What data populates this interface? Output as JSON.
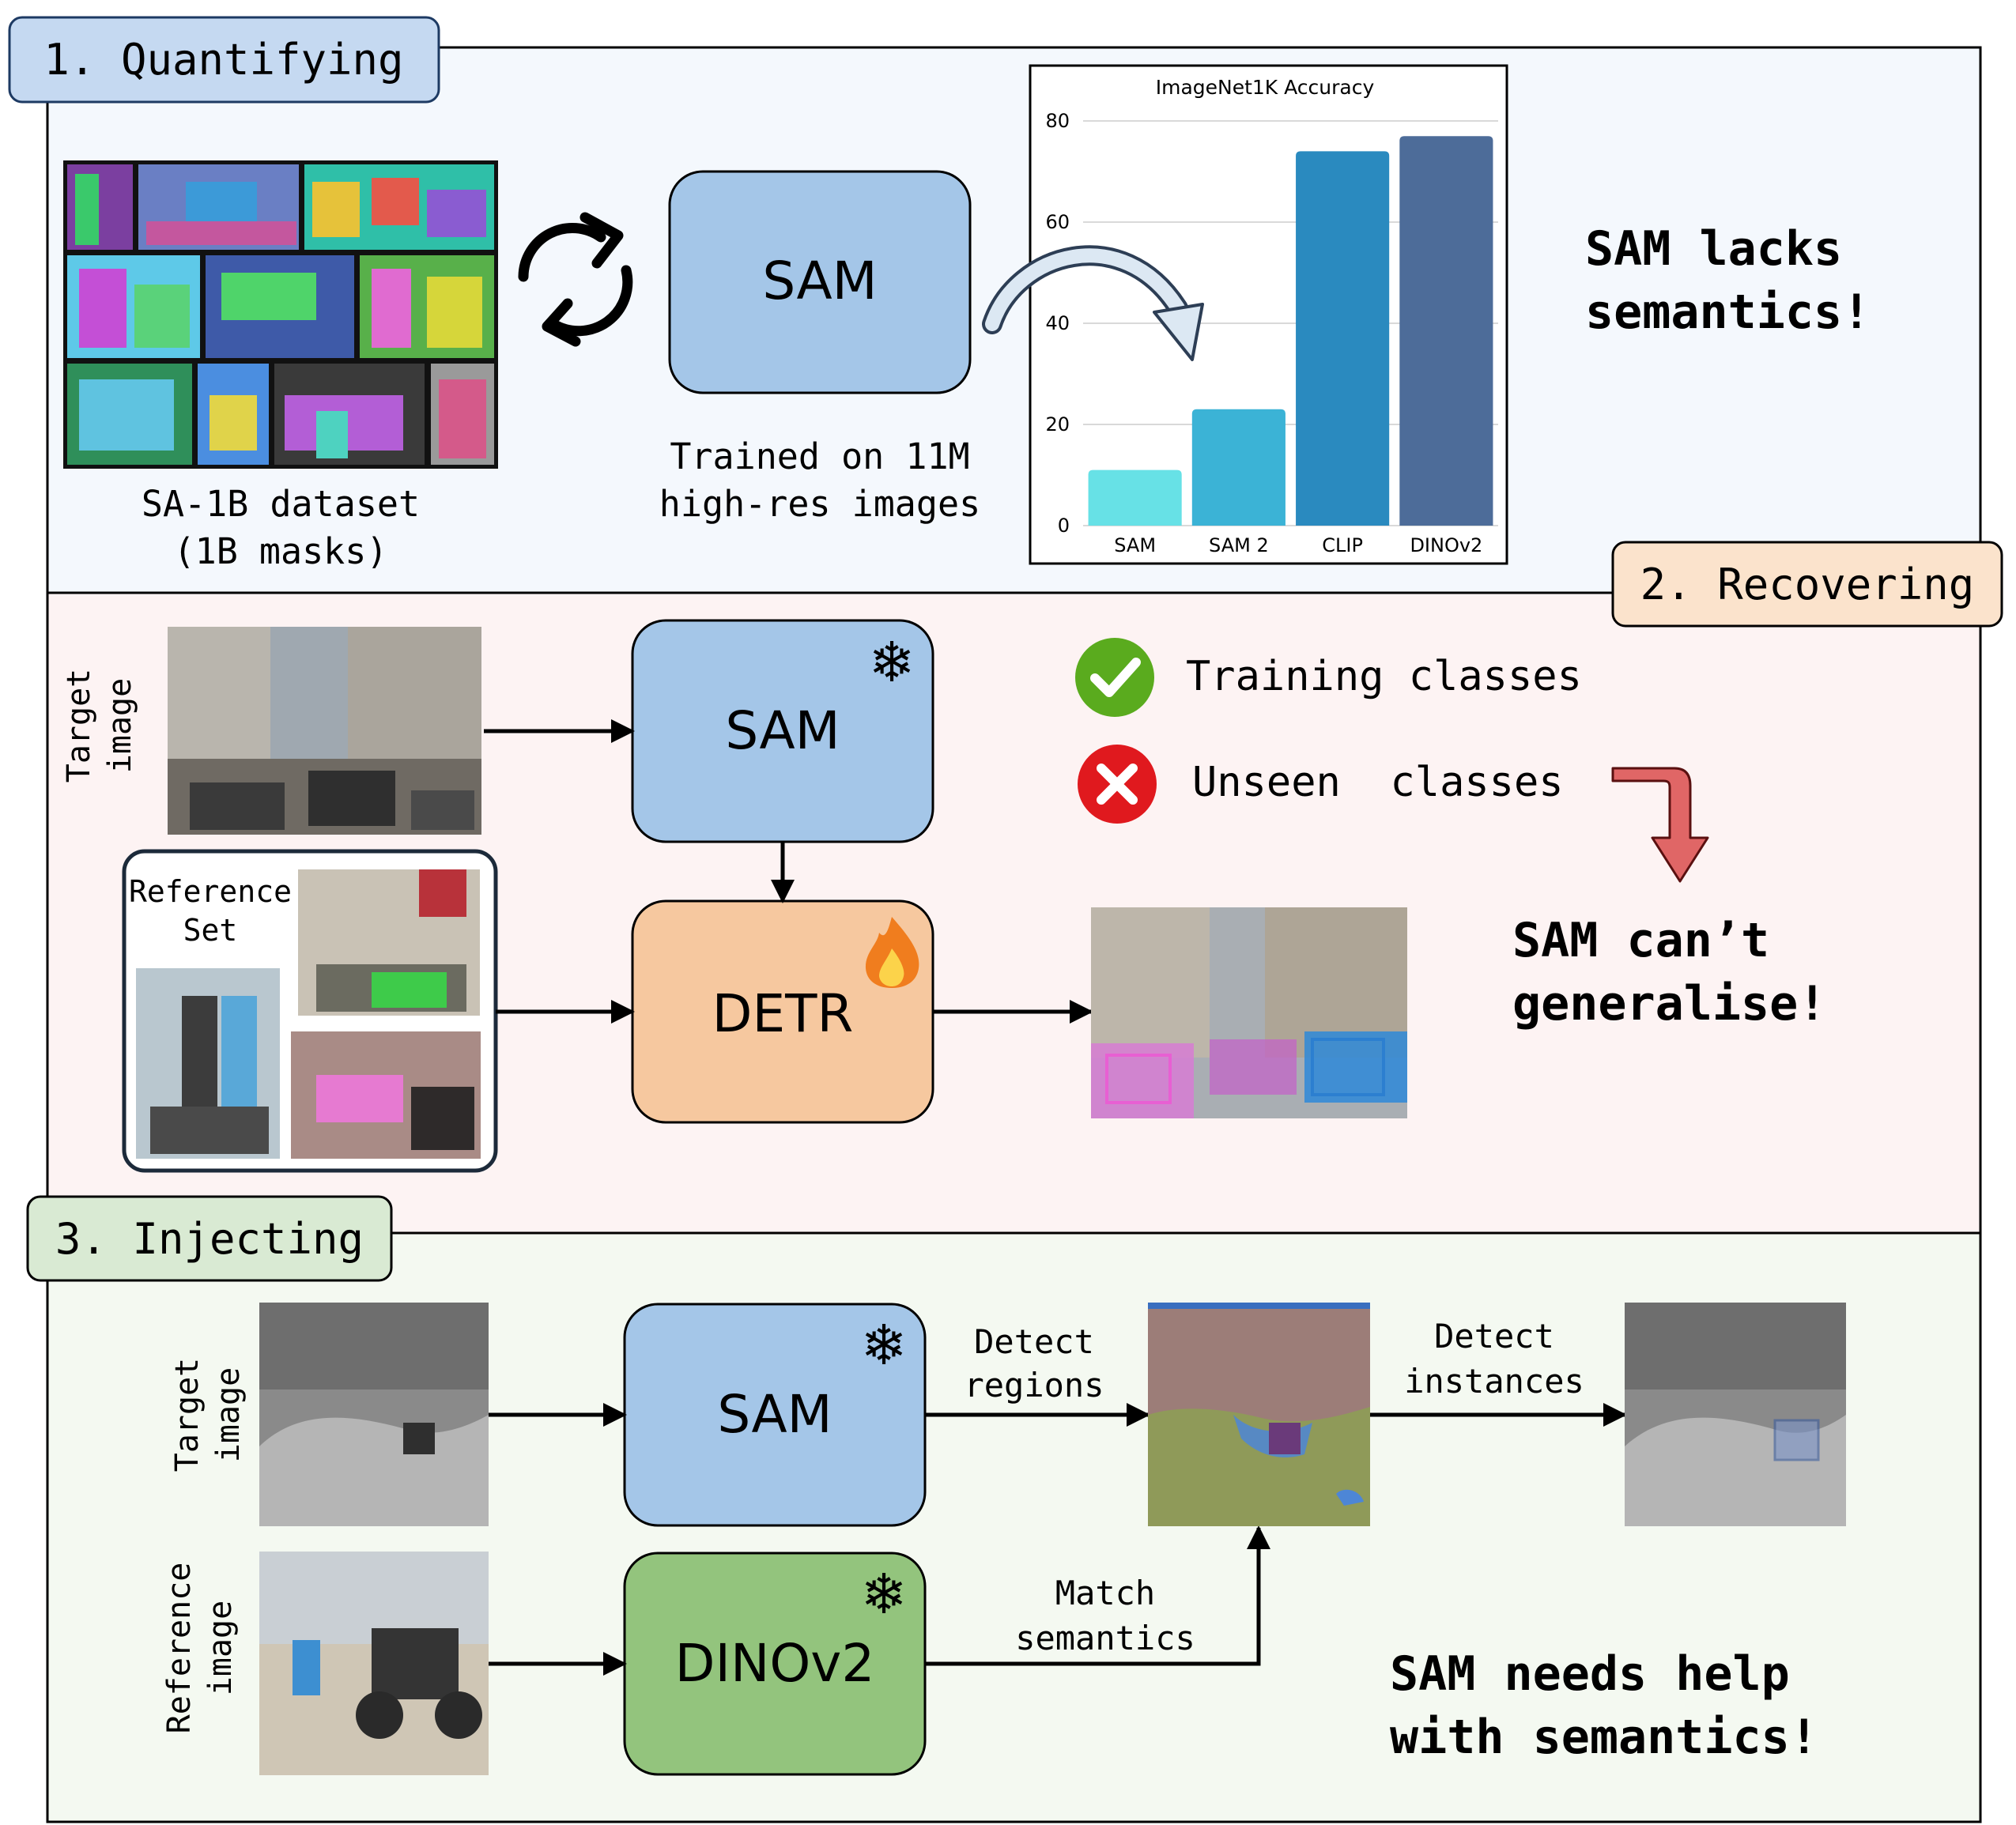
{
  "sections": {
    "quantifying": {
      "title": "1. Quantifying",
      "dataset_caption": [
        "SA-1B dataset",
        "(1B masks)"
      ],
      "model_label": "SAM",
      "model_caption": [
        "Trained on 11M",
        "high-res images"
      ],
      "conclusion": [
        "SAM lacks",
        "semantics!"
      ]
    },
    "recovering": {
      "title": "2. Recovering",
      "target_label": [
        "Target",
        "image"
      ],
      "reference_label": [
        "Reference",
        "Set"
      ],
      "sam_label": "SAM",
      "detr_label": "DETR",
      "training_classes": "Training classes",
      "unseen_classes": "Unseen  classes",
      "conclusion": [
        "SAM can’t",
        "generalise!"
      ]
    },
    "injecting": {
      "title": "3. Injecting",
      "target_label": [
        "Target",
        "image"
      ],
      "reference_label": [
        "Reference",
        "image"
      ],
      "sam_label": "SAM",
      "dino_label": "DINOv2",
      "detect_regions": [
        "Detect",
        "regions"
      ],
      "detect_instances": [
        "Detect",
        "instances"
      ],
      "match_semantics": [
        "Match",
        "semantics"
      ],
      "conclusion": [
        "SAM needs help",
        "with semantics!"
      ]
    }
  },
  "colors": {
    "panel1_bg": "#f4f8fd",
    "panel2_bg": "#fdf3f3",
    "panel3_bg": "#f4f9f1",
    "title1_bg": "#c5d9f1",
    "title2_bg": "#fbe3cc",
    "title3_bg": "#d9ead3",
    "sam_box": "#a4c6e8",
    "detr_box": "#f6c89f",
    "dino_box": "#93c47d",
    "check_green": "#5aab1e",
    "cross_red": "#e0191e",
    "red_arrow": "#e06666"
  },
  "icons": {
    "cycle": "refresh-cycle-icon",
    "frozen": "snowflake-icon",
    "trainable": "fire-icon",
    "check": "check-circle-icon",
    "cross": "x-circle-icon"
  },
  "chart_data": {
    "type": "bar",
    "title": "ImageNet1K Accuracy",
    "categories": [
      "SAM",
      "SAM 2",
      "CLIP",
      "DINOv2"
    ],
    "values": [
      11,
      23,
      74,
      77
    ],
    "colors": [
      "#67e1e6",
      "#3bb3d6",
      "#2a8abf",
      "#4d6c99"
    ],
    "ylim": [
      0,
      80
    ],
    "yticks": [
      0,
      20,
      40,
      60,
      80
    ],
    "grid": true,
    "xlabel": "",
    "ylabel": ""
  }
}
